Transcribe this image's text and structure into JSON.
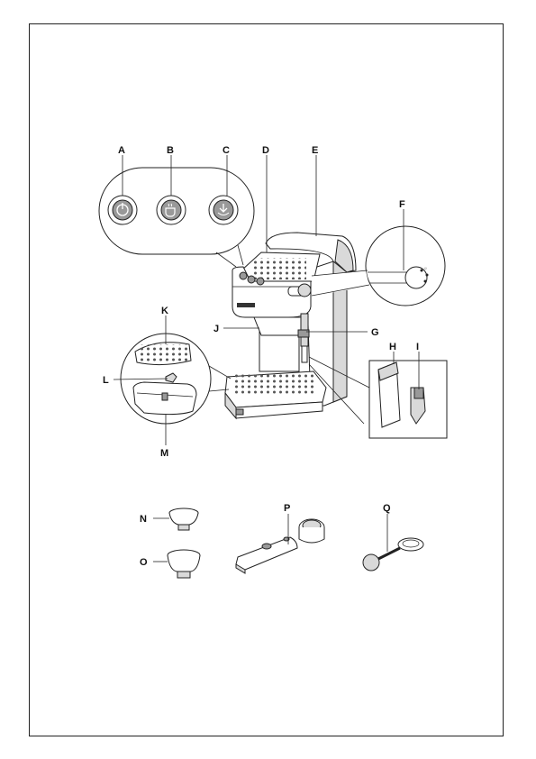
{
  "labels": {
    "A": "A",
    "B": "B",
    "C": "C",
    "D": "D",
    "E": "E",
    "F": "F",
    "G": "G",
    "H": "H",
    "I": "I",
    "J": "J",
    "K": "K",
    "L": "L",
    "M": "M",
    "N": "N",
    "O": "O",
    "P": "P",
    "Q": "Q"
  }
}
